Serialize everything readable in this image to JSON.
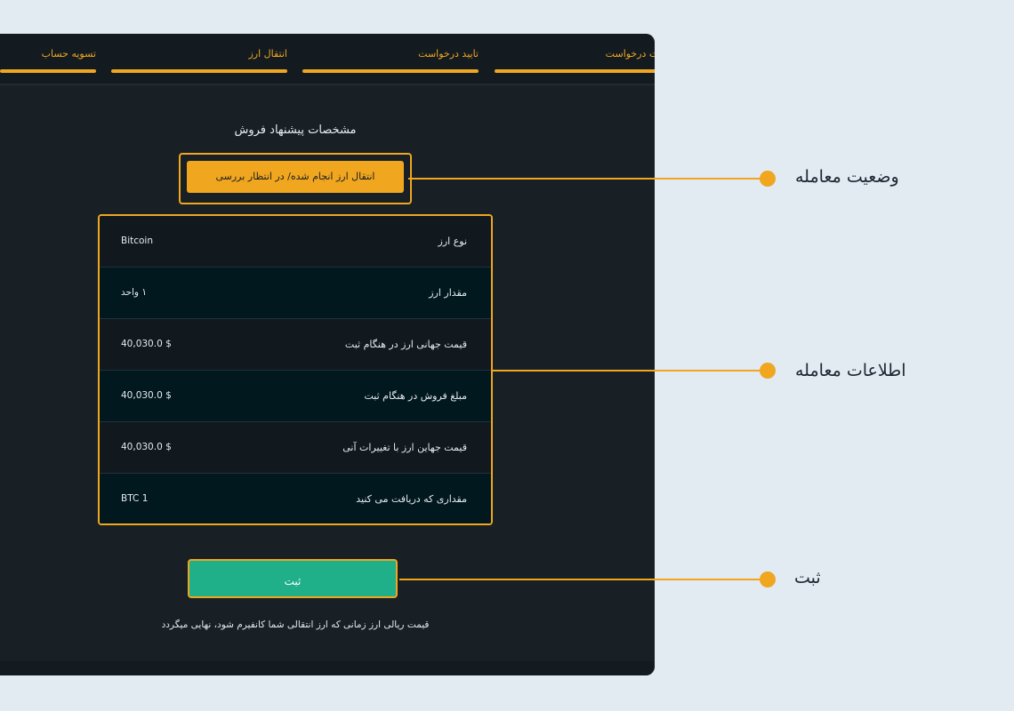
{
  "steps": [
    {
      "label": "تسویه حساب"
    },
    {
      "label": "انتقال ارز"
    },
    {
      "label": "تایید درخواست"
    },
    {
      "label": "مشخصات درخواست"
    }
  ],
  "main": {
    "title": "مشخصات پیشنهاد فروش",
    "status_text": "انتقال ارز انجام شده/ در انتظار بررسی",
    "rows": [
      {
        "label": "نوع ارز",
        "value": "Bitcoin"
      },
      {
        "label": "مقدار ارز",
        "value": "۱ واحد"
      },
      {
        "label": "قیمت جهانی ارز در هنگام ثبت",
        "value": "$ 40,030.0"
      },
      {
        "label": "مبلغ فروش در هنگام ثبت",
        "value": "$ 40,030.0"
      },
      {
        "label": "قیمت جهاین ارز با تغییرات آنی",
        "value": "$ 40,030.0"
      },
      {
        "label": "مقداری که دریافت می کنید",
        "value": "1 BTC"
      }
    ],
    "submit_label": "ثبت",
    "note": "قیمت ریالی ارز زمانی که ارز انتقالی شما کانفیرم شود، نهایی میگردد"
  },
  "callouts": {
    "status": "وضعیت معامله",
    "info": "اطلاعات معامله",
    "submit": "ثبت"
  },
  "colors": {
    "accent": "#f0a61f",
    "button": "#1faf89",
    "panel": "#182026",
    "background": "#e2eaf2"
  }
}
